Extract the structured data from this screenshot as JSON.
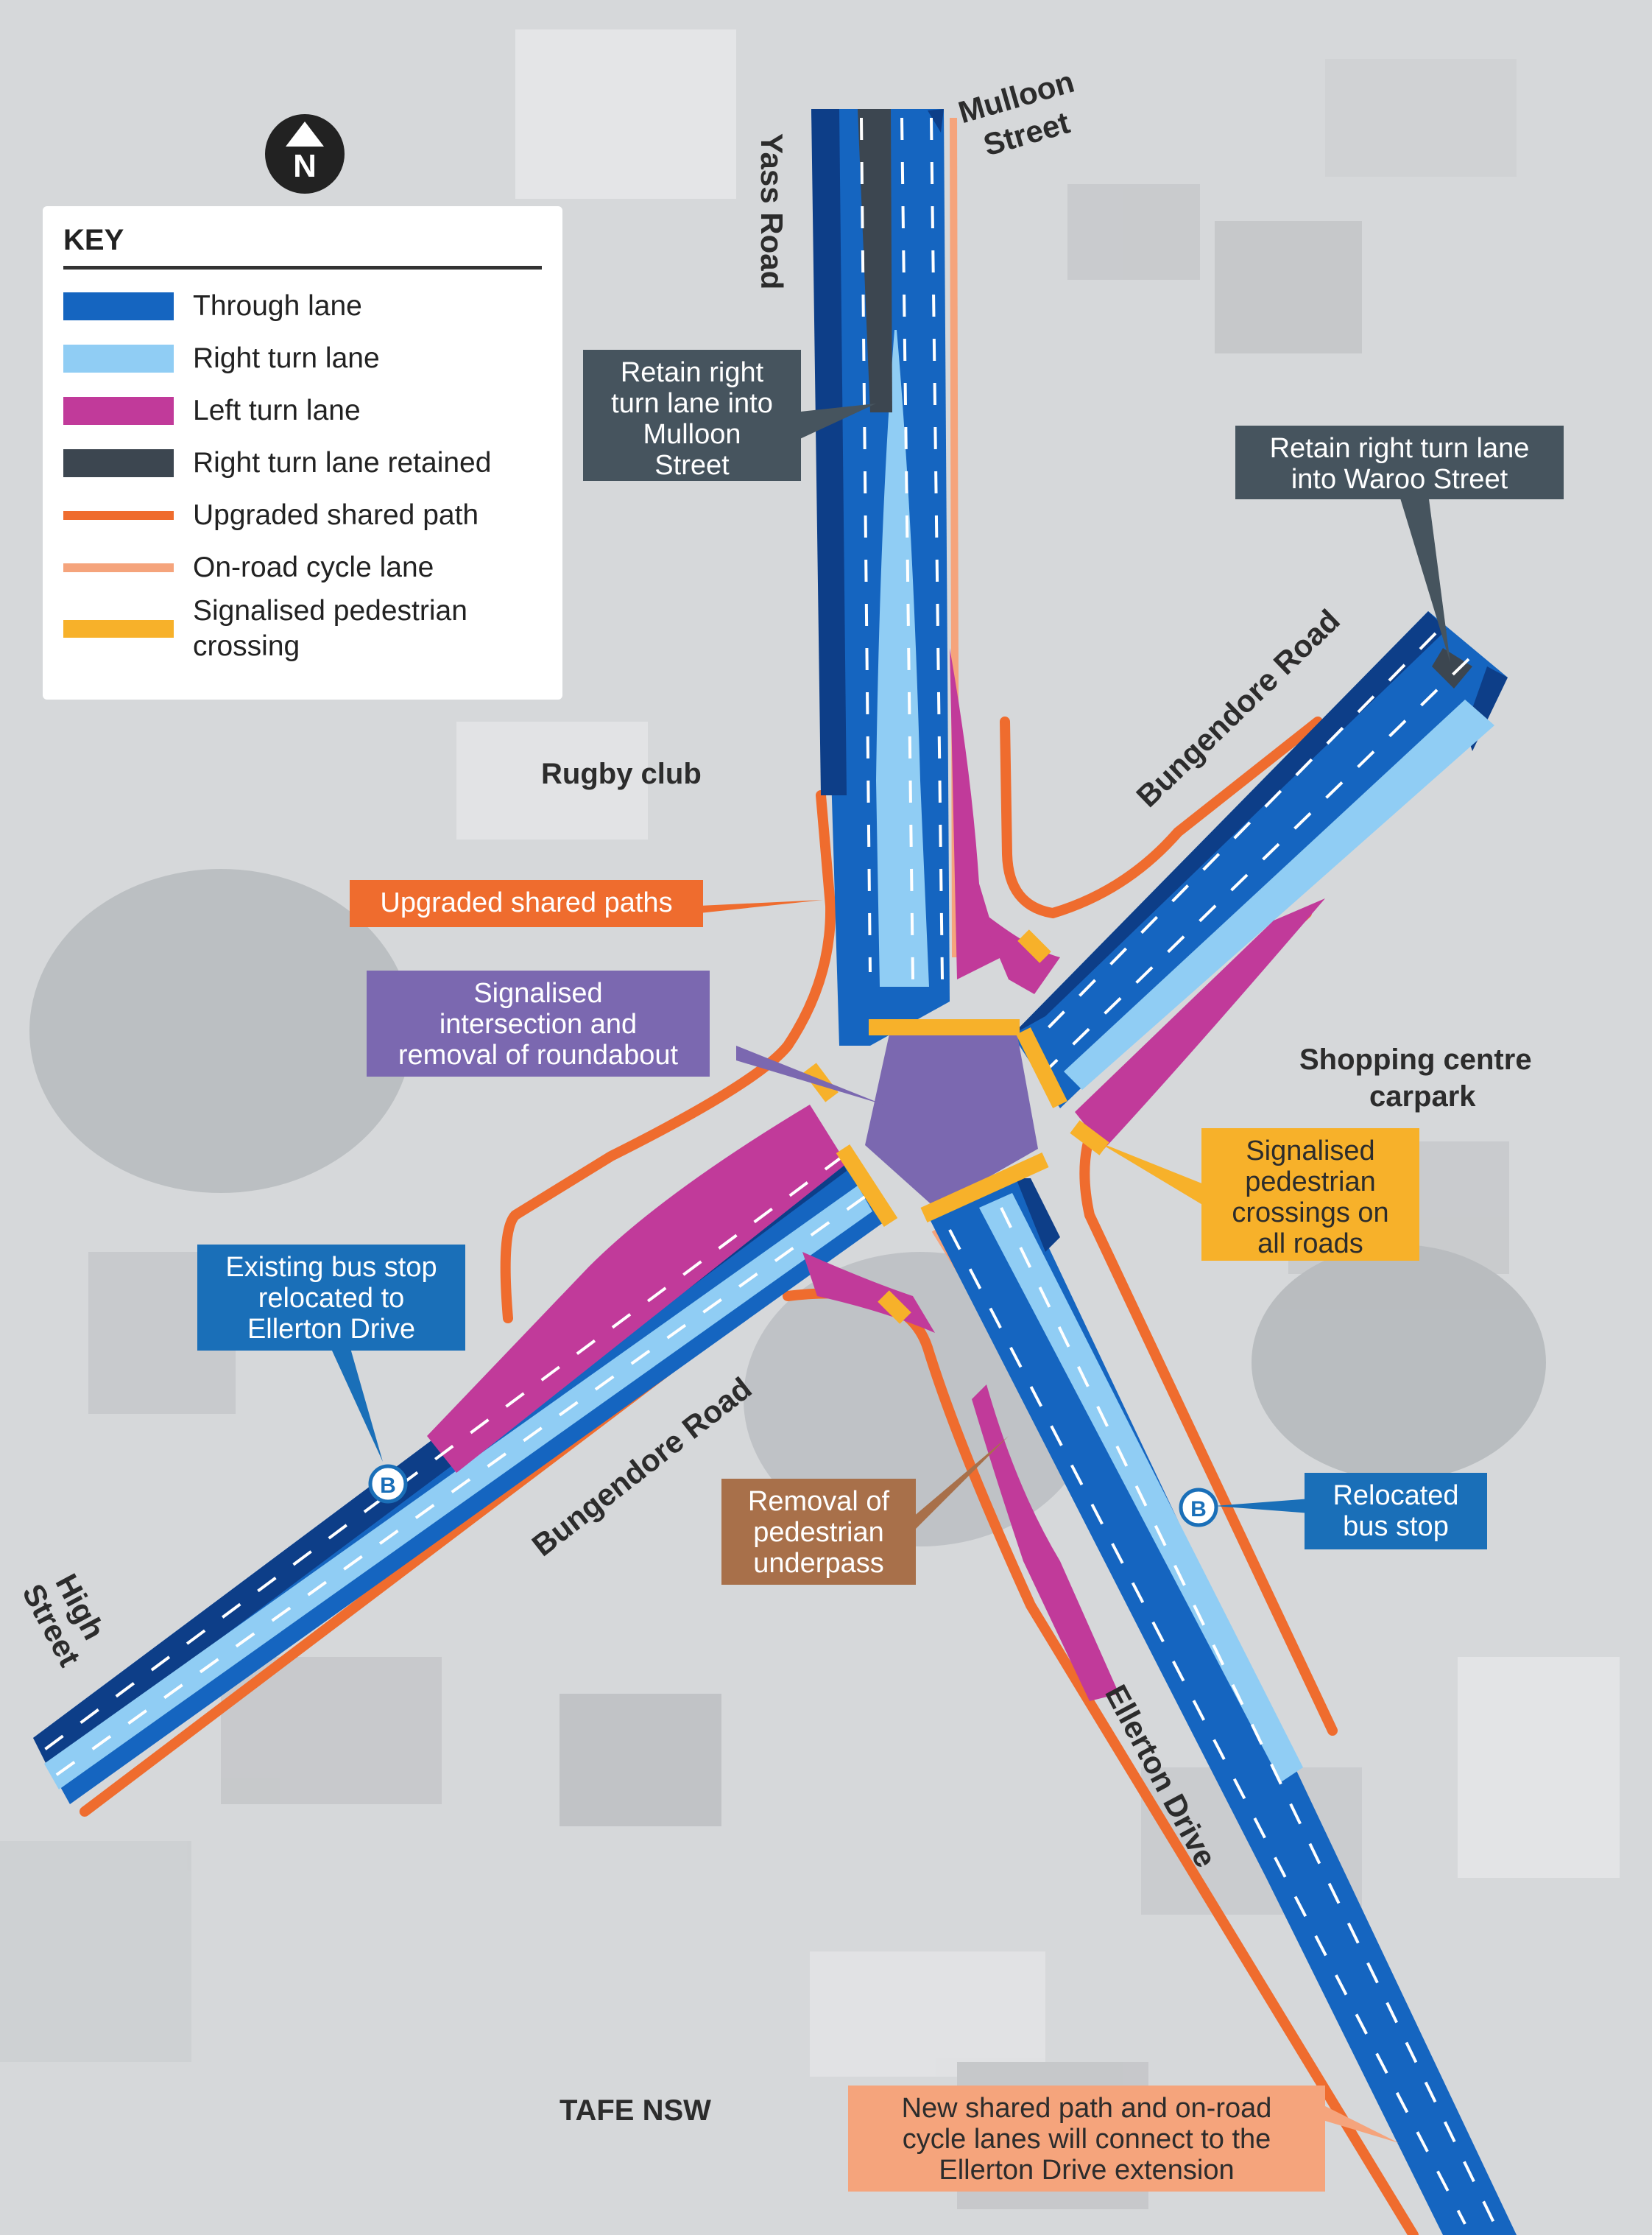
{
  "key": {
    "title": "KEY",
    "items": [
      {
        "label": "Through lane",
        "color": "#1565c0"
      },
      {
        "label": "Right turn lane",
        "color": "#90cdf4"
      },
      {
        "label": "Left turn lane",
        "color": "#c13a9a"
      },
      {
        "label": "Right turn lane retained",
        "color": "#3c4650"
      },
      {
        "label": "Upgraded shared path",
        "color": "#ef6c2e"
      },
      {
        "label": "On-road cycle lane",
        "color": "#f5a47c"
      },
      {
        "label": "Signalised pedestrian crossing",
        "color": "#f7b12a"
      }
    ]
  },
  "north": {
    "label": "N"
  },
  "streets": {
    "yass": "Yass Road",
    "mulloon_1": "Mulloon",
    "mulloon_2": "Street",
    "bungendore_ne": "Bungendore Road",
    "bungendore_sw": "Bungendore Road",
    "ellerton": "Ellerton Drive",
    "high_1": "High",
    "high_2": "Street"
  },
  "places": {
    "rugby": "Rugby club",
    "shopping_1": "Shopping centre",
    "shopping_2": "carpark",
    "tafe": "TAFE NSW"
  },
  "callouts": {
    "mulloon": {
      "lines": [
        "Retain right",
        "turn lane into",
        "Mulloon",
        "Street"
      ],
      "color": "#46545e"
    },
    "waroo": {
      "lines": [
        "Retain right turn lane",
        "into Waroo Street"
      ],
      "color": "#46545e"
    },
    "shared_paths": {
      "lines": [
        "Upgraded shared paths"
      ],
      "color": "#ef6c2e"
    },
    "intersection": {
      "lines": [
        "Signalised",
        "intersection and",
        "removal of roundabout"
      ],
      "color": "#7b68b0"
    },
    "crossings": {
      "lines": [
        "Signalised",
        "pedestrian",
        "crossings on",
        "all roads"
      ],
      "color": "#f7b12a"
    },
    "bus_existing": {
      "lines": [
        "Existing bus stop",
        "relocated to",
        "Ellerton Drive"
      ],
      "color": "#1a6fb8"
    },
    "underpass": {
      "lines": [
        "Removal of",
        "pedestrian",
        "underpass"
      ],
      "color": "#a8704a"
    },
    "bus_relocated": {
      "lines": [
        "Relocated",
        "bus stop"
      ],
      "color": "#1a6fb8"
    },
    "cycle": {
      "lines": [
        "New shared path and on-road",
        "cycle lanes will connect to the",
        "Ellerton Drive extension"
      ],
      "color": "#f5a47c"
    }
  },
  "bus_icon": "B"
}
